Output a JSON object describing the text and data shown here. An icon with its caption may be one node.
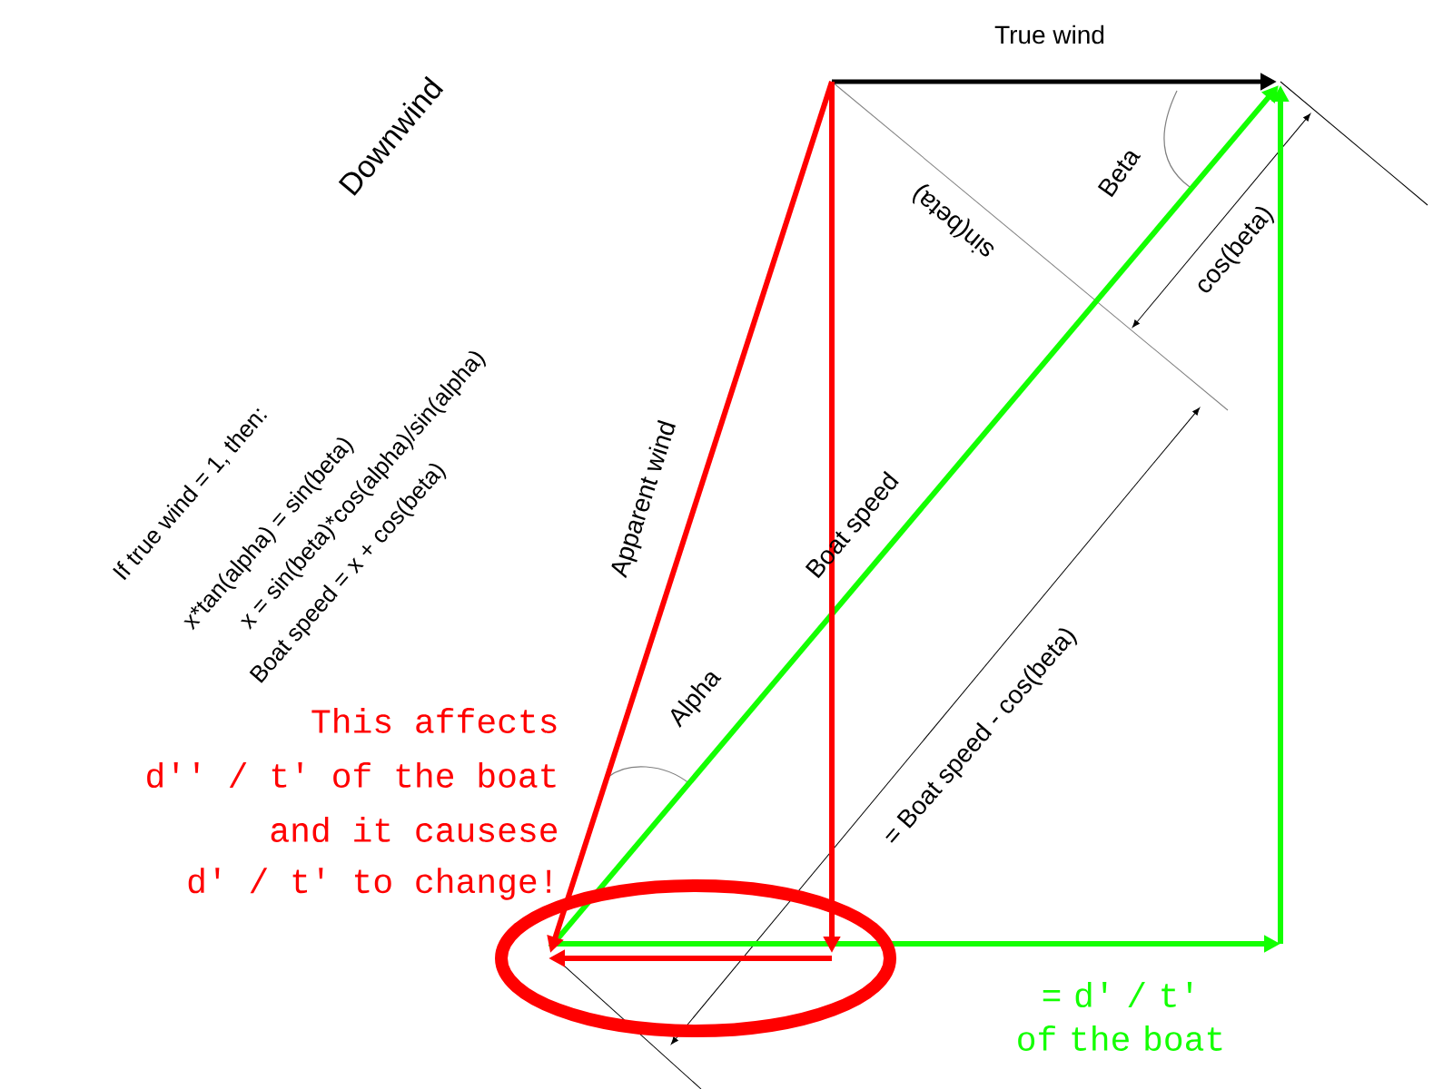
{
  "diagram": {
    "labels": [
      "Downwind",
      "True wind",
      "If true wind = 1, then:",
      "x*tan(alpha) = sin(beta)",
      "x = sin(beta)*cos(alpha)/sin(alpha)",
      "Boat speed = x + cos(beta)",
      "Apparent wind",
      "Boat speed",
      "Alpha",
      "Beta",
      "sin(beta)",
      "cos(beta)",
      "= Boat speed - cos(beta)",
      "This affects",
      "d'' / t' of the boat",
      "and it causese",
      "d' / t' to change!",
      "= d' / t' of the boat"
    ]
  }
}
